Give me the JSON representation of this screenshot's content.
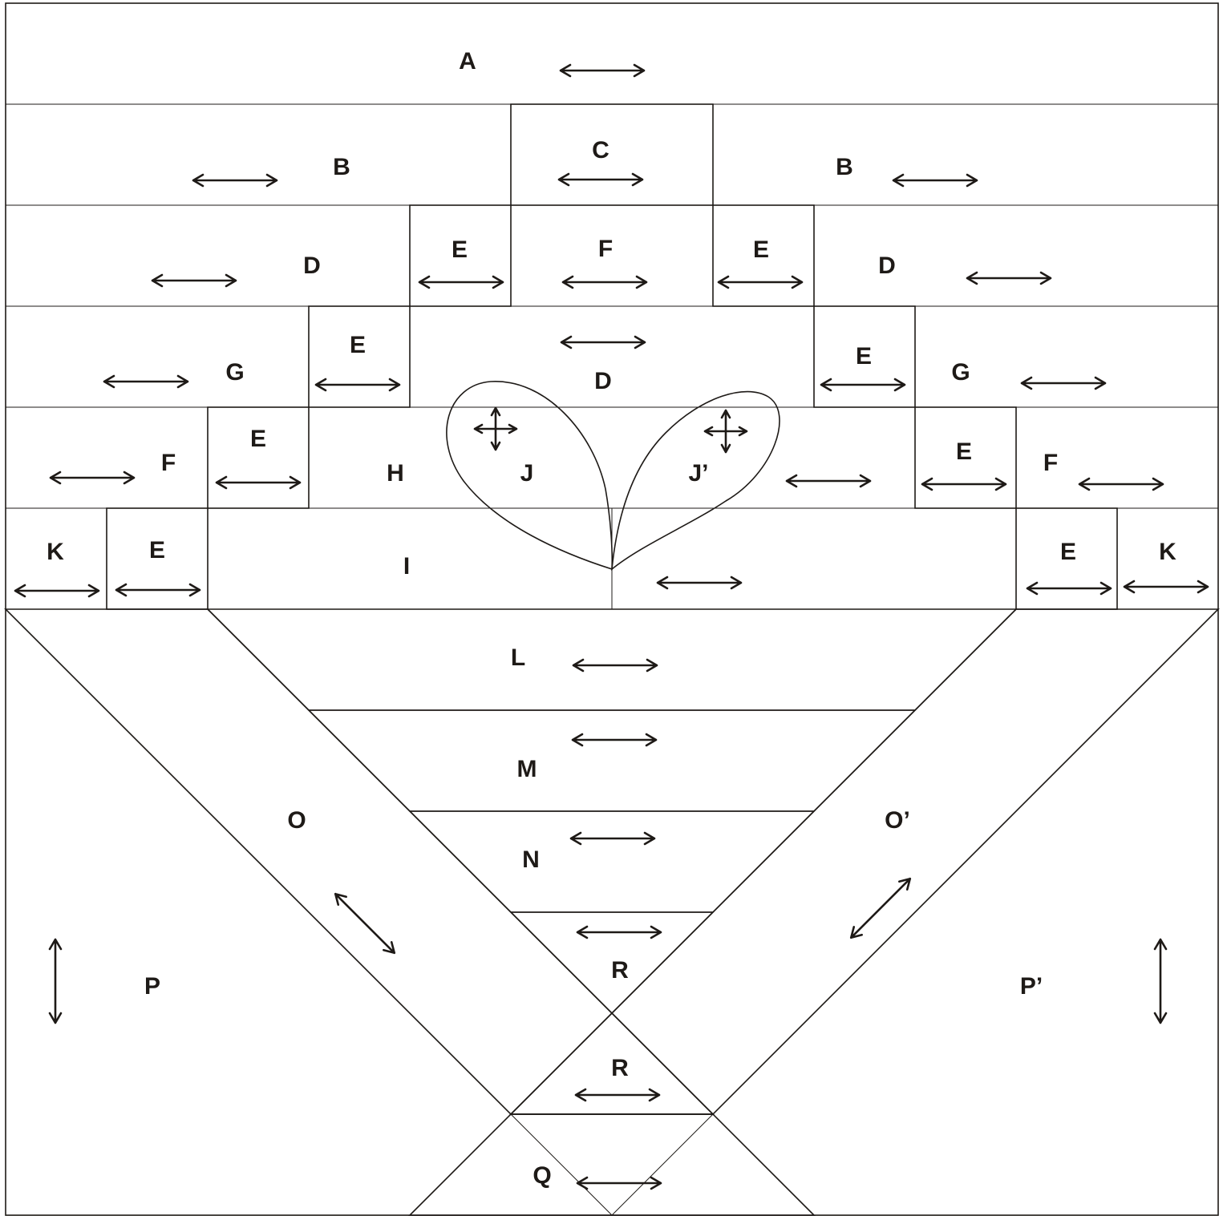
{
  "colors": {
    "red": "#ee2a2b",
    "dark_green": "#3aa74a",
    "light_green": "#95c843",
    "background": "#ffffff",
    "line": "#1e1a17"
  },
  "labels": {
    "A": "A",
    "B": "B",
    "C": "C",
    "D": "D",
    "E": "E",
    "F": "F",
    "G": "G",
    "H": "H",
    "I": "I",
    "J": "J",
    "J_prime": "J’",
    "K": "K",
    "L": "L",
    "M": "M",
    "N": "N",
    "O": "O",
    "O_prime": "O’",
    "P": "P",
    "P_prime": "P’",
    "Q": "Q",
    "R": "R"
  },
  "grain_arrow_icons": [
    "double-arrow-horizontal",
    "double-arrow-vertical",
    "double-arrow-diagonal",
    "four-way-arrow"
  ]
}
